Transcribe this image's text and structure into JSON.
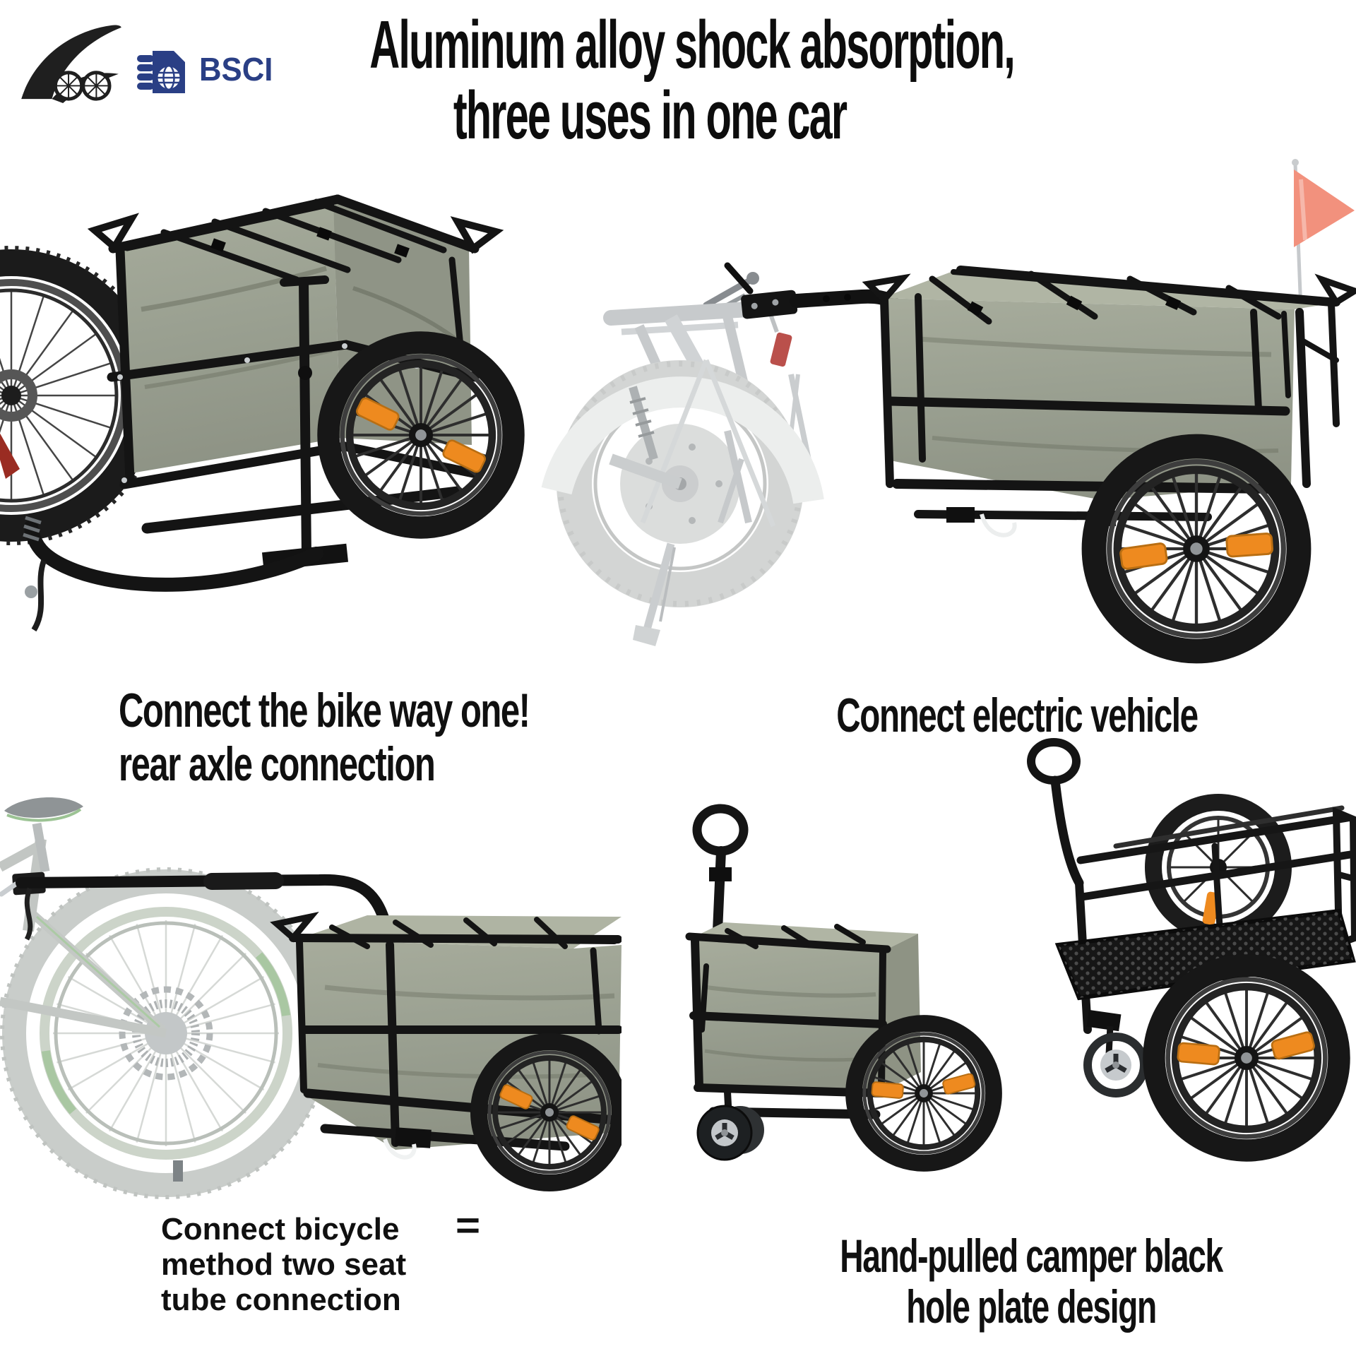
{
  "header": {
    "brand_logo": "cool-bicycle-swoosh-logo",
    "certification_label": "BSCI",
    "title_line1": "Aluminum alloy shock absorption,",
    "title_line2": "three uses in one car"
  },
  "captions": {
    "bike_rear_axle": {
      "line1": "Connect the bike way one!",
      "line2": "rear axle connection"
    },
    "electric_vehicle": {
      "text": "Connect electric vehicle"
    },
    "seat_tube": {
      "line1": "Connect bicycle",
      "line2": "method two seat",
      "line3": "tube connection",
      "equals_symbol": "="
    },
    "hand_pulled": {
      "line1": "Hand-pulled camper black",
      "line2": "hole plate design"
    }
  },
  "colors": {
    "background": "#ffffff",
    "text": "#101010",
    "frame_black": "#151515",
    "canvas_bag": "#9ba094",
    "reflector_orange": "#ee8a1f",
    "safety_flag": "#f2917d",
    "bsci_blue": "#2a3f85",
    "faded_vehicle_gray": "#c9cccd"
  }
}
